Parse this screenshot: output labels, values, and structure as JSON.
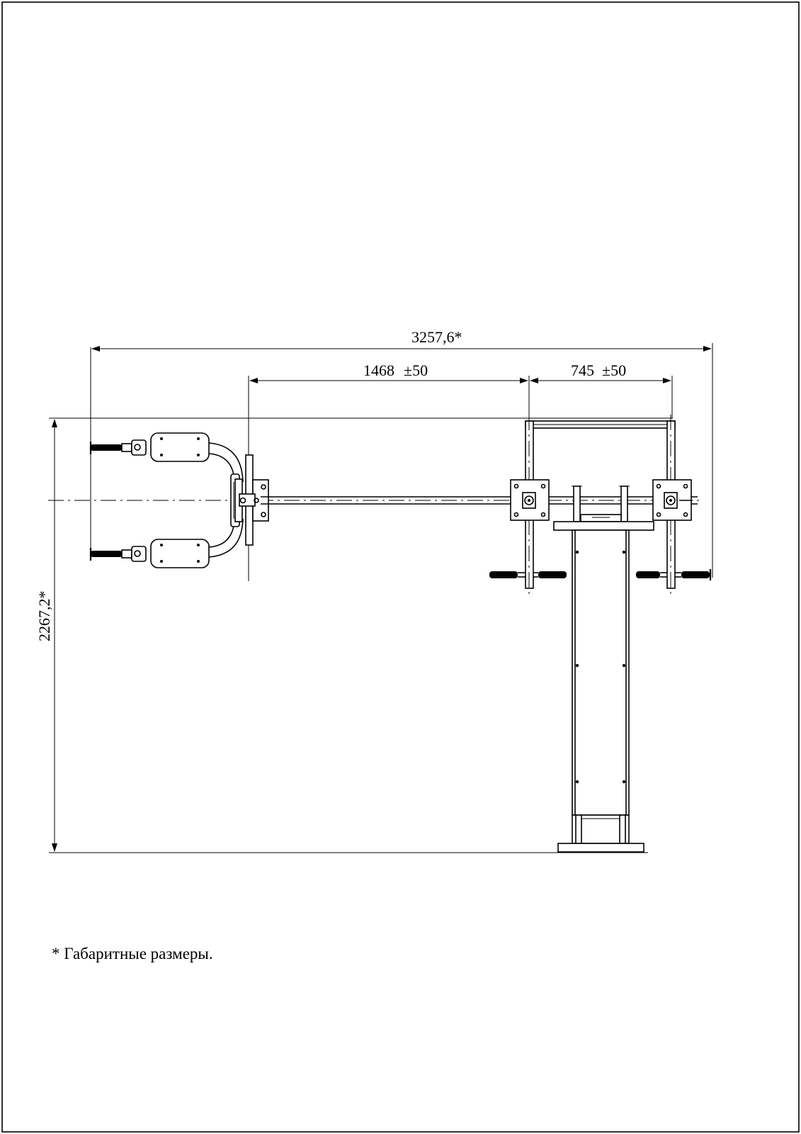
{
  "drawing": {
    "dim_overall_length": "3257,6*",
    "dim_overall_width": "2267,2*",
    "dim_arm_value": "1468",
    "dim_arm_tol": "±50",
    "dim_gap_value": "745",
    "dim_gap_tol": "±50",
    "footnote": "* Габаритные размеры."
  }
}
